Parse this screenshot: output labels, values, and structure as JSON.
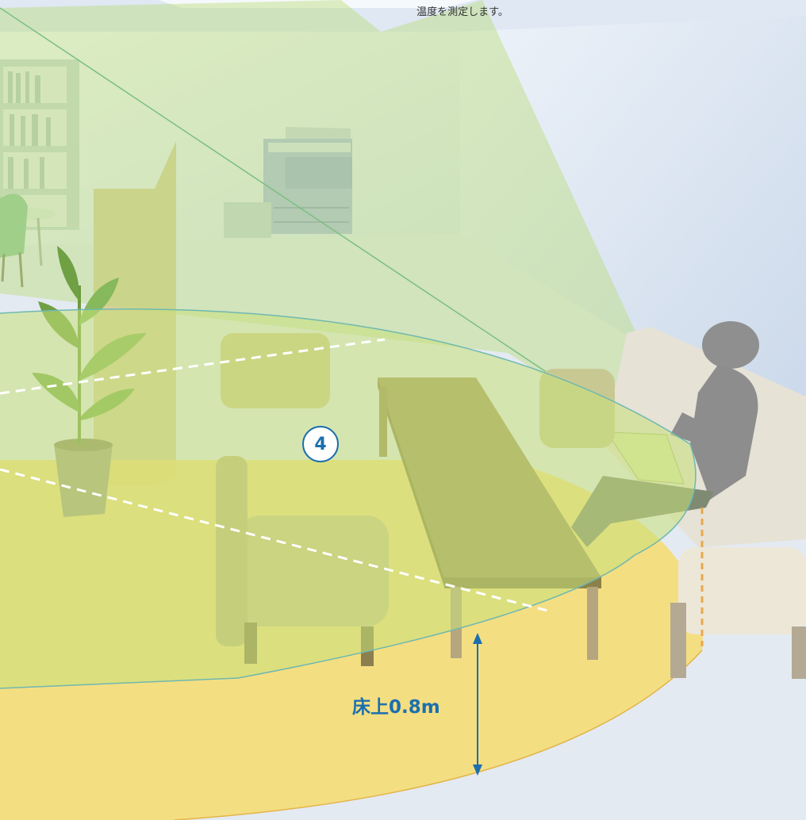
{
  "caption": "温度を測定します。",
  "zone_number": "4",
  "height_label": "床上0.8m",
  "colors": {
    "wall": "#f4f7fb",
    "ceiling": "#dce6f2",
    "floor": "#e7ecf3",
    "sensor_cone": "#b9dc66",
    "measurement_plane": "#c8e07a",
    "floor_ellipse": "#f7d86a",
    "accent_blue": "#1b6fae",
    "dashed_line": "#ffffff",
    "orange_dashed": "#e8a850",
    "person": "#8c8c8c",
    "furniture": "#a0955a",
    "plant": "#77ab4c"
  },
  "icons": [
    "plant-icon",
    "person-icon",
    "copier-icon",
    "bookshelf-icon",
    "chair-icon",
    "table-icon",
    "sofa-icon"
  ]
}
